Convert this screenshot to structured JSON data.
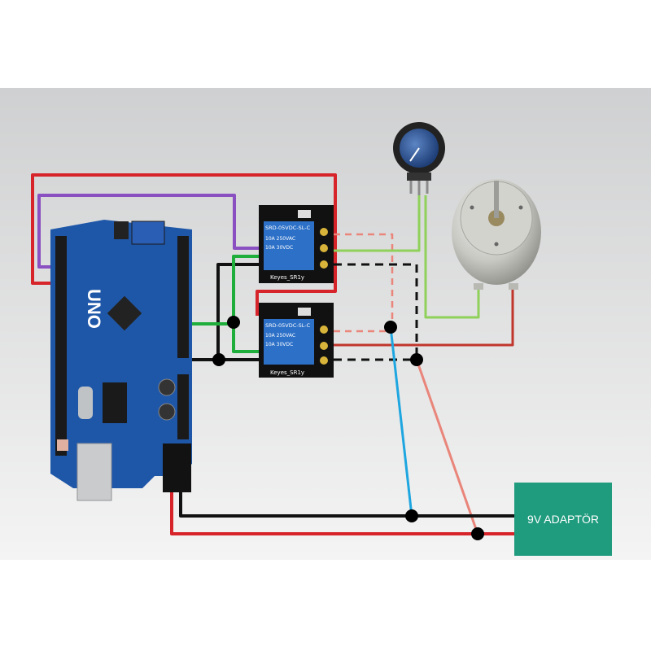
{
  "arduino": {
    "board_name": "UNO"
  },
  "relays": [
    {
      "model": "SRD-05VDC-SL-C",
      "rating1": "10A 250VAC",
      "rating2": "10A 30VDC",
      "brand": "Keyes_SR1y"
    },
    {
      "model": "SRD-05VDC-SL-C",
      "rating1": "10A 250VAC",
      "rating2": "10A 30VDC",
      "brand": "Keyes_SR1y"
    }
  ],
  "adapter": {
    "label": "9V ADAPTÖR"
  },
  "colors": {
    "background_top": "#cfd0d1",
    "background_bottom": "#f4f4f4",
    "board_blue": "#1f57a8",
    "relay_blue": "#2c70c8",
    "adapter_green": "#1f9b7e",
    "wire_red": "#d6242a",
    "wire_purple": "#8a4fc0",
    "wire_black": "#111111",
    "wire_green": "#1fae3c",
    "wire_light_green": "#8fd15a",
    "wire_cyan": "#1ea6e0",
    "wire_salmon": "#e9857a",
    "wire_dark_red": "#c0362c"
  },
  "icons": [
    "potentiometer-icon",
    "dc-motor-icon"
  ]
}
